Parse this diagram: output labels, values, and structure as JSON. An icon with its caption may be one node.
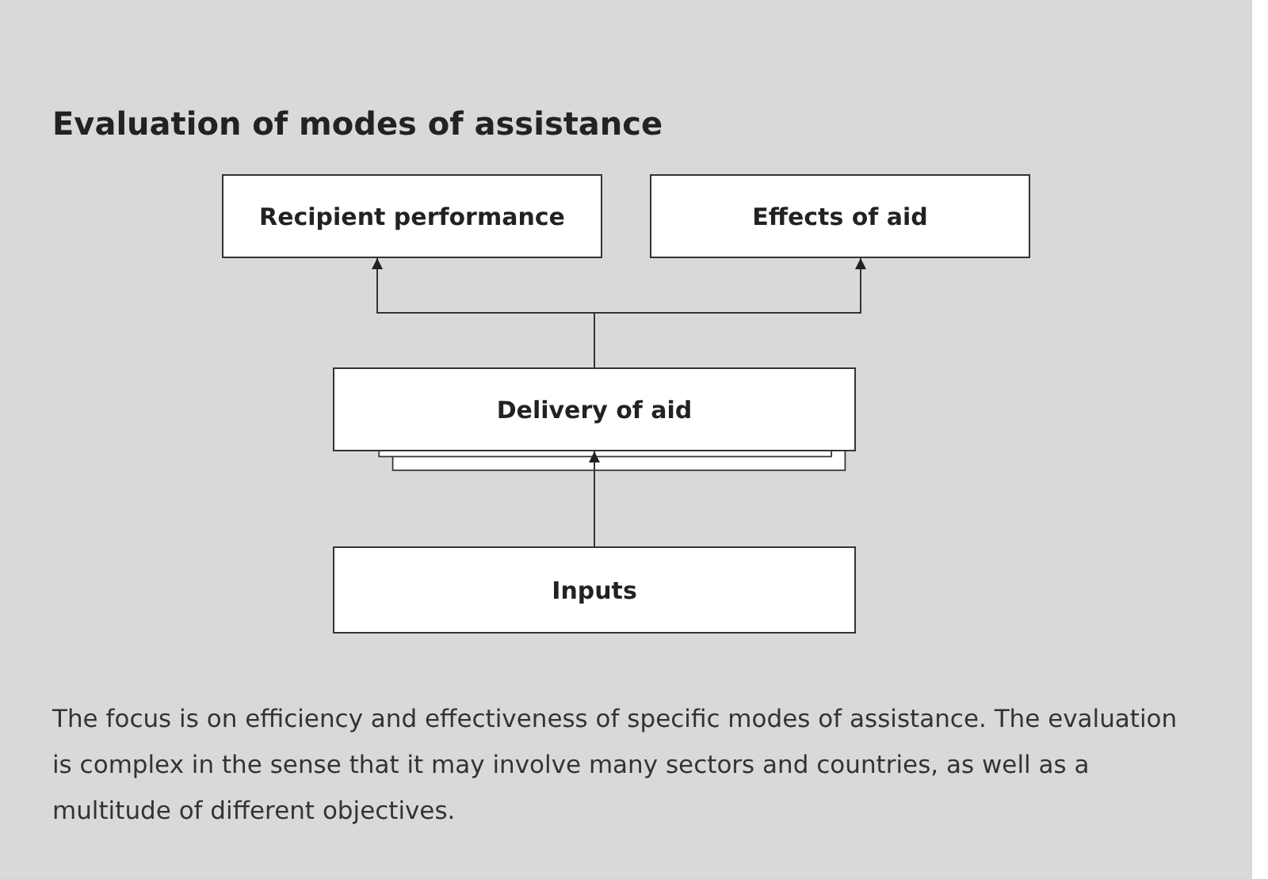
{
  "diagram": {
    "title": "Evaluation of modes of assistance",
    "nodes": [
      {
        "text": [
          "Recipient performance"
        ]
      },
      {
        "text": [
          "Effects of aid"
        ]
      },
      {
        "text": [
          "Delivery of aid"
        ]
      },
      {
        "text": [
          "Inputs"
        ]
      }
    ],
    "edges": [
      {
        "from": 2,
        "to": 0,
        "arrow": "to"
      },
      {
        "from": 2,
        "to": 1,
        "arrow": "to"
      },
      {
        "from": 3,
        "to": 2,
        "arrow": "to"
      }
    ],
    "caption": "The focus is on efficiency and effectiveness of specific modes of assistance. The evaluation is complex in the sense that it may involve many sectors and countries, as well as a multitude of different objectives."
  }
}
